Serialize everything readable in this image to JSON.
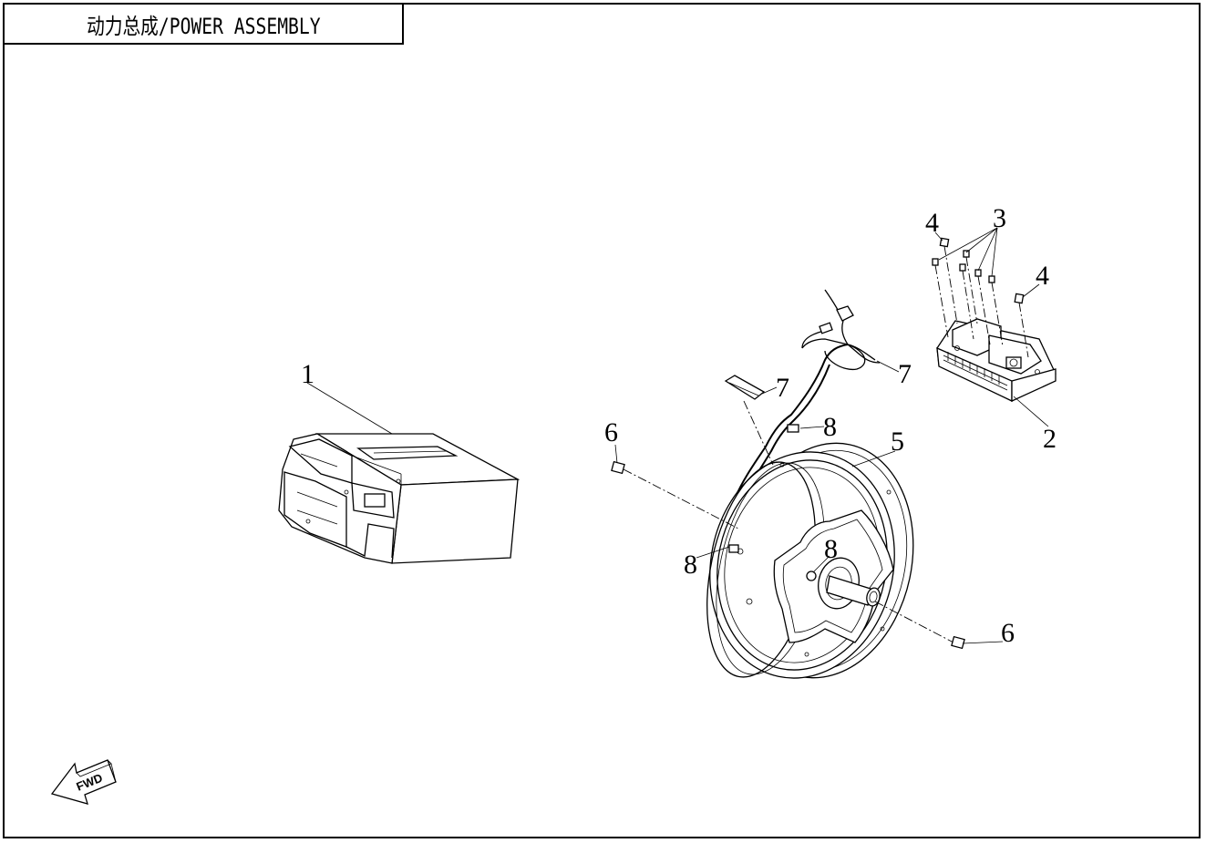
{
  "title": "动力总成/POWER ASSEMBLY",
  "callouts": {
    "c1": "1",
    "c2": "2",
    "c3": "3",
    "c4a": "4",
    "c4b": "4",
    "c5": "5",
    "c6a": "6",
    "c6b": "6",
    "c7a": "7",
    "c7b": "7",
    "c8a": "8",
    "c8b": "8",
    "c8c": "8"
  },
  "fwd_label": "FWD"
}
